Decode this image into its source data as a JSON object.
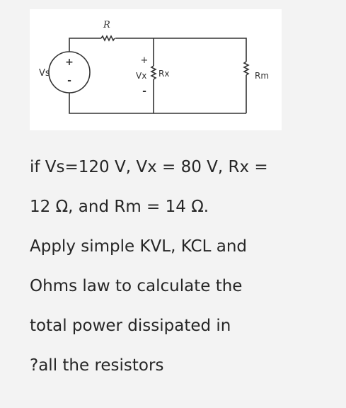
{
  "circuit": {
    "labels": {
      "resistor_r": "R",
      "source": "Vs",
      "source_plus": "+",
      "source_minus": "-",
      "vx": "Vx",
      "vx_plus": "+",
      "vx_minus": "-",
      "rx": "Rx",
      "rm": "Rm"
    }
  },
  "problem": {
    "lines": [
      "if Vs=120 V, Vx = 80 V, Rx =",
      "12 Ω, and Rm = 14 Ω.",
      "Apply simple KVL, KCL and",
      "Ohms law to calculate the",
      "total power dissipated in",
      "?all the resistors"
    ]
  }
}
